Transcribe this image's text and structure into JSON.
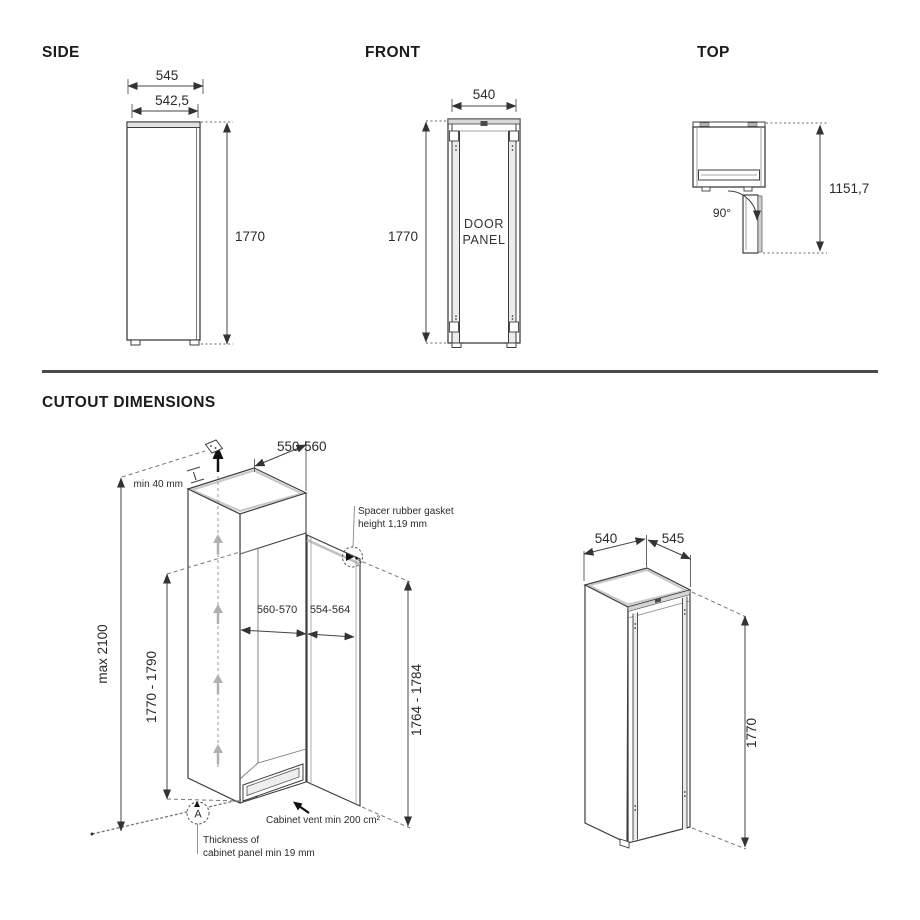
{
  "side": {
    "title": "SIDE",
    "width_outer": "545",
    "width_inner": "542,5",
    "height": "1770"
  },
  "front": {
    "title": "FRONT",
    "width": "540",
    "height": "1770",
    "door_line1": "DOOR",
    "door_line2": "PANEL"
  },
  "top": {
    "title": "TOP",
    "angle": "90°",
    "swing_depth": "1151,7"
  },
  "cutout": {
    "title": "CUTOUT DIMENSIONS",
    "niche_depth": "550-560",
    "top_clearance": "min 40 mm",
    "max_height": "max 2100",
    "niche_height": "1770 - 1790",
    "niche_width": "560-570",
    "door_width": "554-564",
    "door_height": "1764 - 1784",
    "gasket_line1": "Spacer rubber gasket",
    "gasket_line2": "height 1,19 mm",
    "vent_note": "Cabinet vent min 200 cm²",
    "panel_line1": "Thickness of",
    "panel_line2": "cabinet panel min 19 mm",
    "detail_marker": "A",
    "unit_width": "540",
    "unit_depth": "545",
    "unit_height": "1770"
  }
}
